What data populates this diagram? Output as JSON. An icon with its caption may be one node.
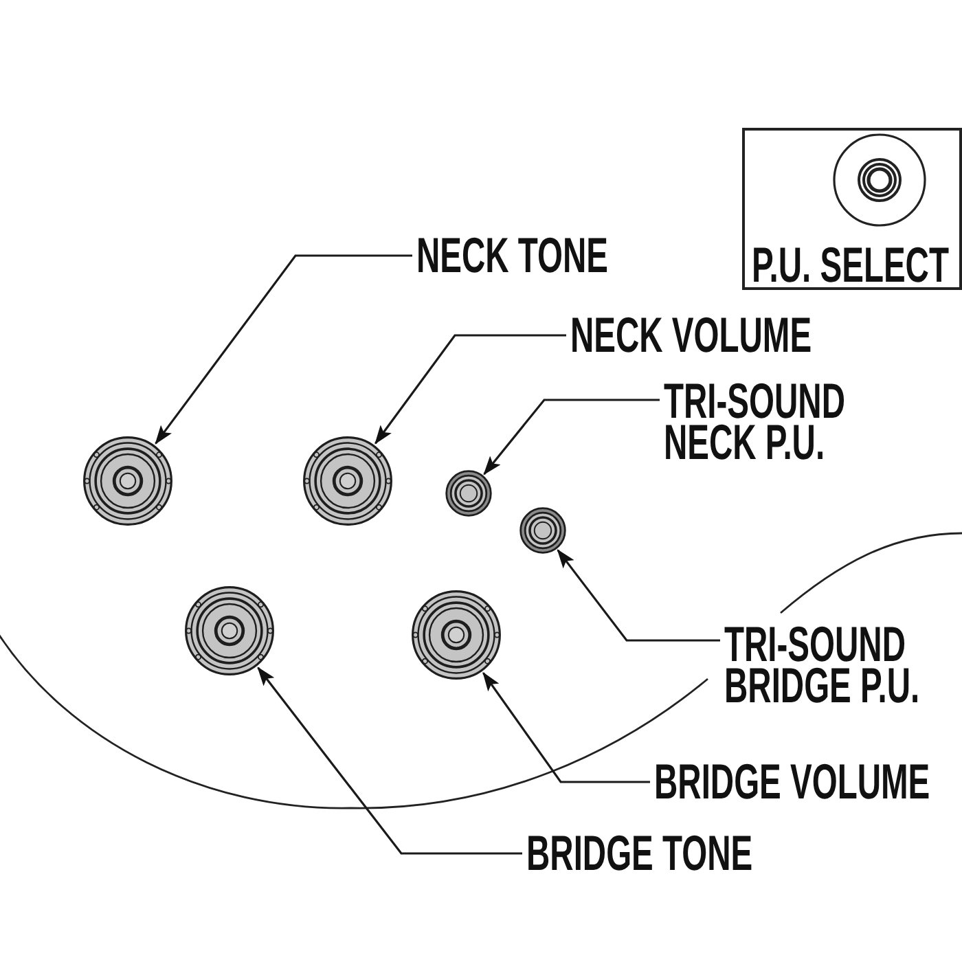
{
  "diagram": {
    "nodes": [
      {
        "text": [
          "P.U. SELECT"
        ]
      },
      {
        "text": [
          "NECK TONE"
        ]
      },
      {
        "text": [
          "NECK VOLUME"
        ]
      },
      {
        "text": [
          "TRI-SOUND NECK P.U."
        ]
      },
      {
        "text": [],
        "shape": "circle"
      },
      {
        "text": [],
        "shape": "circle"
      },
      {
        "text": [],
        "shape": "circle"
      },
      {
        "text": [],
        "shape": "circle"
      },
      {
        "text": [
          "TRI-SOUND BRIDGE P.U."
        ]
      },
      {
        "text": [],
        "shape": "circle"
      },
      {
        "text": [],
        "shape": "circle"
      },
      {
        "text": [
          "BRIDGE VOLUME"
        ]
      },
      {
        "text": [
          "BRIDGE TONE"
        ]
      }
    ],
    "edges": [
      {
        "from": 1,
        "to": 4,
        "arrow": "to"
      },
      {
        "from": 2,
        "to": 5,
        "arrow": "to"
      },
      {
        "from": 3,
        "to": 6,
        "arrow": "to"
      },
      {
        "from": 8,
        "to": 7,
        "arrow": "to"
      },
      {
        "from": 11,
        "to": 10,
        "arrow": "to"
      },
      {
        "from": 12,
        "to": 9,
        "arrow": "to"
      }
    ]
  }
}
